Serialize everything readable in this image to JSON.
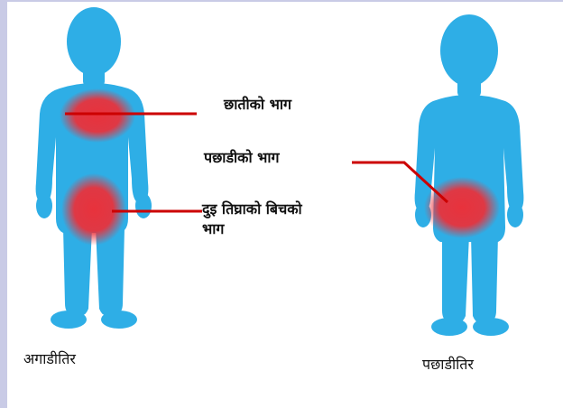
{
  "labels": {
    "chest": "छातीको भाग",
    "buttocks": "पछाडीको भाग",
    "thigh_line1": "दुइ तिघ्राको बिचको",
    "thigh_line2": "भाग"
  },
  "captions": {
    "front": "अगाडीतिर",
    "back": "पछाडीतिर"
  },
  "colors": {
    "body": "#2eaee6",
    "highlight": "#e8323c",
    "pointer_line": "#cc0000"
  }
}
